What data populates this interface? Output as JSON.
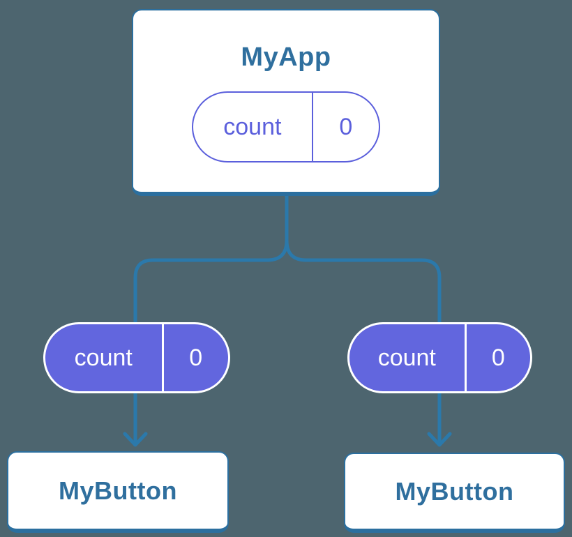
{
  "diagram": {
    "background_color": "#4d656f",
    "connector_color": "#2b79ab",
    "node_border_color": "#2b6f9f",
    "node_text_color": "#2f6f9e",
    "pill_outline_color": "#5b5fdc",
    "pill_fill_color": "#6266de",
    "root": {
      "title": "MyApp",
      "state": {
        "name": "count",
        "value": "0"
      }
    },
    "children": [
      {
        "title": "MyButton",
        "prop": {
          "name": "count",
          "value": "0"
        }
      },
      {
        "title": "MyButton",
        "prop": {
          "name": "count",
          "value": "0"
        }
      }
    ]
  }
}
